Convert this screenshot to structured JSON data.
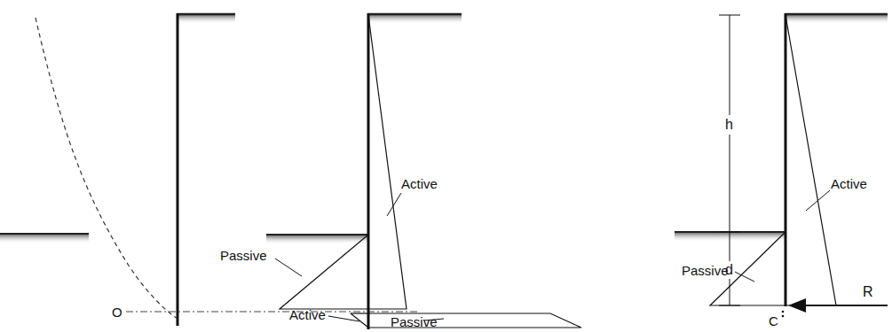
{
  "diagram": {
    "labels": [
      "O",
      "Passive",
      "Active",
      "Active",
      "Passive",
      "h",
      "d",
      "Passive",
      "Active",
      "R",
      "C"
    ]
  }
}
